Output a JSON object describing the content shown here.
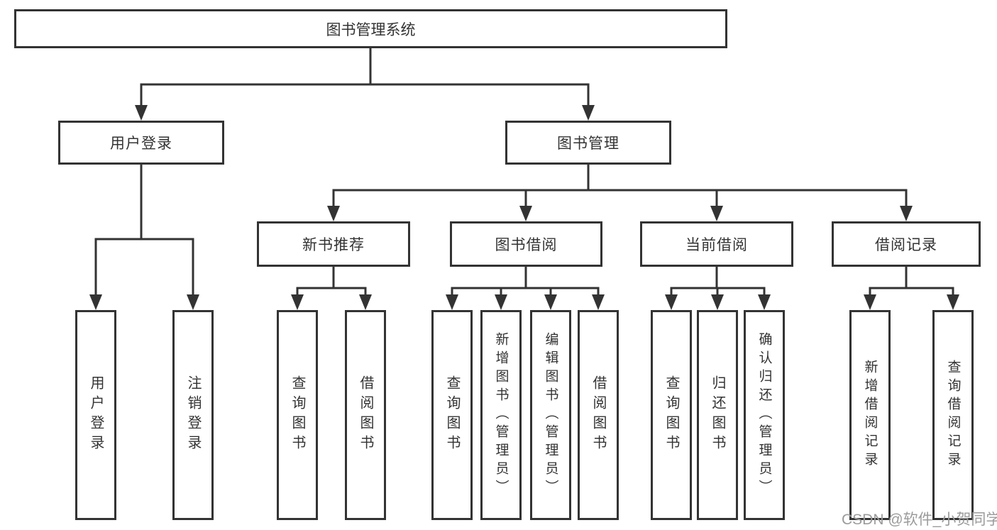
{
  "diagram": {
    "type": "hierarchy-flowchart",
    "colors": {
      "line": "#333333",
      "box_border": "#333333",
      "box_fill": "#ffffff",
      "text": "#333333",
      "watermark": "#9b9b9b"
    }
  },
  "tree": {
    "label": "图书管理系统",
    "children": [
      {
        "label": "用户登录",
        "children": [
          {
            "label": "用户登录"
          },
          {
            "label": "注销登录"
          }
        ]
      },
      {
        "label": "图书管理",
        "children": [
          {
            "label": "新书推荐",
            "children": [
              {
                "label": "查询图书"
              },
              {
                "label": "借阅图书"
              }
            ]
          },
          {
            "label": "图书借阅",
            "children": [
              {
                "label": "查询图书"
              },
              {
                "label": "新增图书（管理员）"
              },
              {
                "label": "编辑图书（管理员）"
              },
              {
                "label": "借阅图书"
              }
            ]
          },
          {
            "label": "当前借阅",
            "children": [
              {
                "label": "查询图书"
              },
              {
                "label": "归还图书"
              },
              {
                "label": "确认归还（管理员）"
              }
            ]
          },
          {
            "label": "借阅记录",
            "children": [
              {
                "label": "新增借阅记录"
              },
              {
                "label": "查询借阅记录"
              }
            ]
          }
        ]
      }
    ]
  },
  "watermark": {
    "text": "CSDN @软件_小贺同学"
  }
}
